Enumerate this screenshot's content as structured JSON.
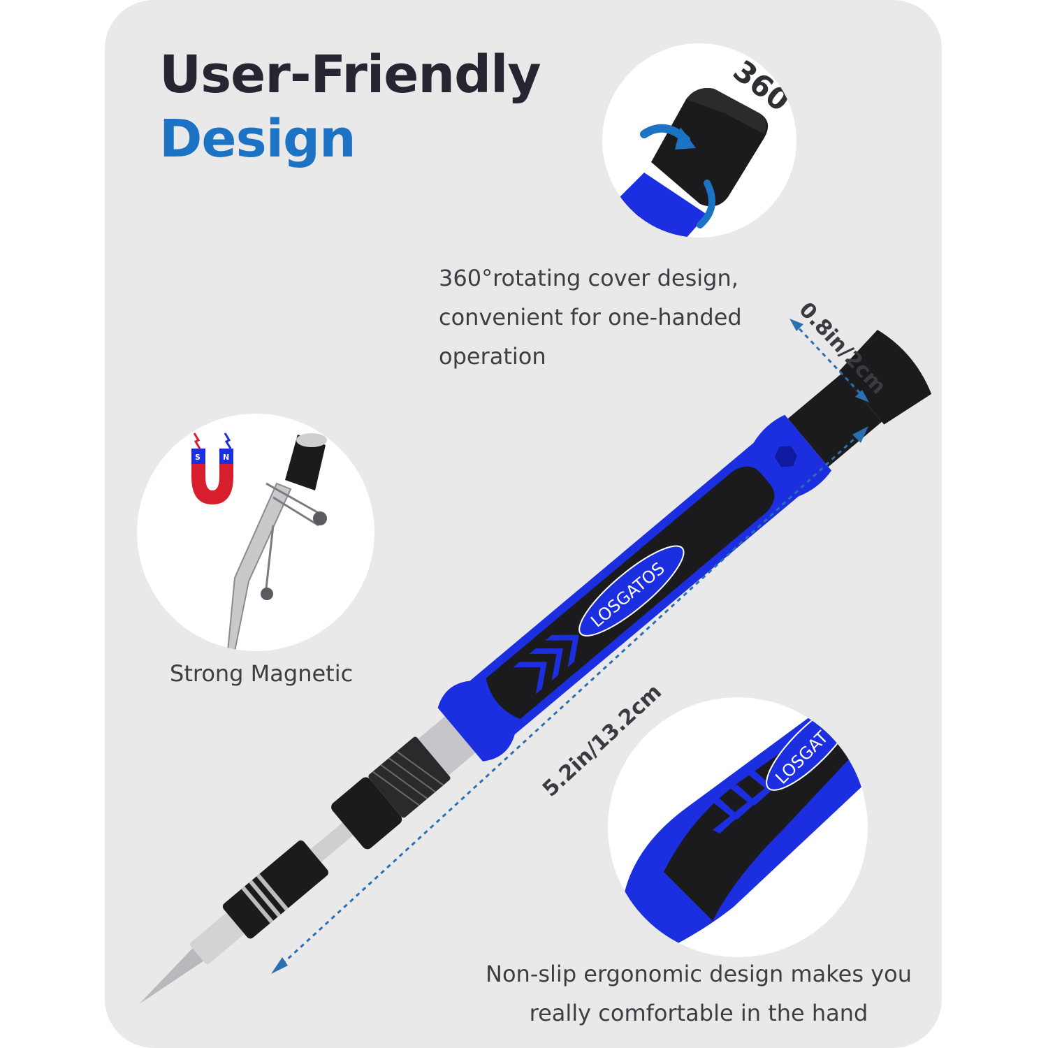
{
  "title": {
    "line1": "User-Friendly",
    "line2": "Design"
  },
  "features": {
    "rotating_cover": {
      "badge": "360°",
      "caption_lines": [
        "360°rotating cover design,",
        "convenient for one-handed",
        "operation"
      ]
    },
    "magnetic": {
      "pole_s": "S",
      "pole_n": "N",
      "caption": "Strong Magnetic"
    },
    "ergonomic": {
      "caption_lines": [
        "Non-slip ergonomic design makes you",
        "really comfortable in the hand"
      ]
    }
  },
  "dimensions": {
    "width": "0.8in/2cm",
    "length": "5.2in/13.2cm"
  },
  "brand": "LOSGATOS",
  "brand_cropped": "LOSGAT",
  "colors": {
    "background": "#e9e9ea",
    "title_dark": "#252631",
    "title_blue": "#1c73c4",
    "handle_blue": "#1c2fe0",
    "rubber_black": "#1b1b1d",
    "dimension_line": "#2a6fb0",
    "magnet_red": "#d81e2c"
  }
}
